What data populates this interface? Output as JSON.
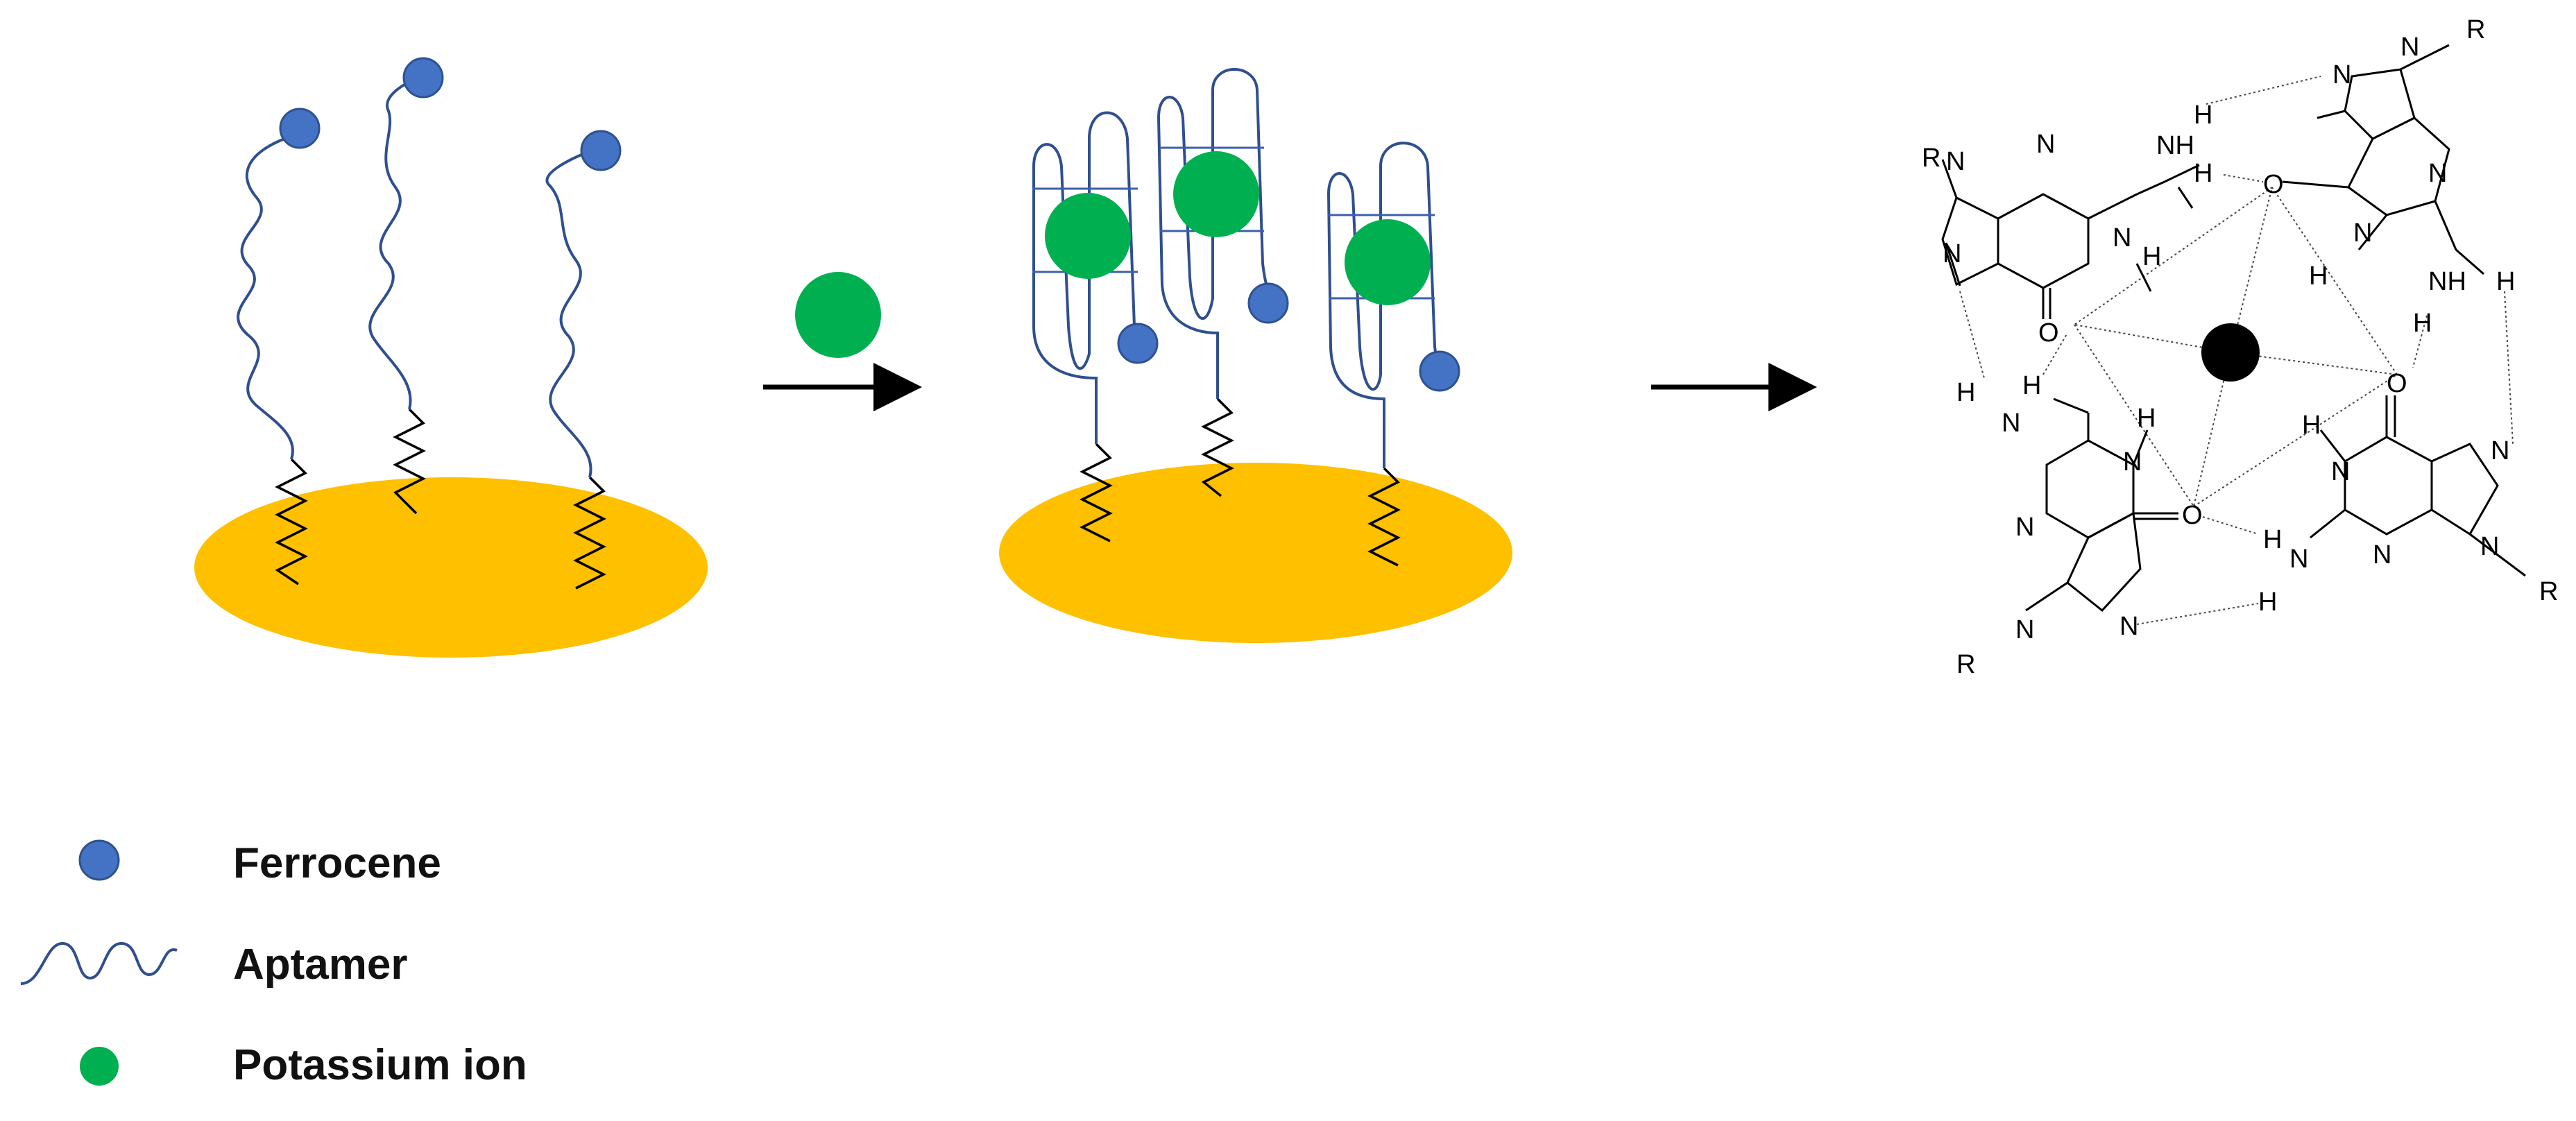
{
  "legend": {
    "ferrocene": "Ferrocene",
    "aptamer": "Aptamer",
    "potassium": "Potassium ion"
  },
  "colors": {
    "gold_surface": "#ffc000",
    "ferrocene": "#4472c4",
    "ferrocene_edge": "#2f528f",
    "potassium": "#00b050",
    "aptamer_strand": "#2f4f8f",
    "linker": "#000000",
    "ion_center": "#000000"
  },
  "chemistry": {
    "atoms": {
      "r": "R",
      "n": "N",
      "h": "H",
      "o": "O",
      "nh": "NH"
    }
  }
}
